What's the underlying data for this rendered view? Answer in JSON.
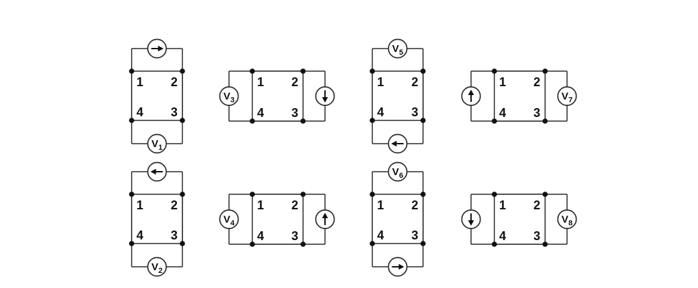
{
  "page": {
    "background_color": "#ffffff"
  },
  "diagram": {
    "styles": {
      "wire_color": "#2b2b2b",
      "text_color": "#111111",
      "dot_color": "#111111",
      "component_fill": "#ffffff"
    },
    "terminals": {
      "top_left": "1",
      "top_right": "2",
      "bottom_left": "4",
      "bottom_right": "3"
    },
    "circuits": [
      {
        "id": "circuit-1",
        "orientation": "vertical",
        "row": 0,
        "col": 0,
        "sides": {
          "top": {
            "type": "current-source",
            "arrow": "right"
          },
          "bottom": {
            "type": "voltmeter",
            "label": "V",
            "subscript": "1"
          }
        }
      },
      {
        "id": "circuit-2",
        "orientation": "horizontal",
        "row": 0,
        "col": 1,
        "sides": {
          "left": {
            "type": "voltmeter",
            "label": "V",
            "subscript": "3"
          },
          "right": {
            "type": "current-source",
            "arrow": "down"
          }
        }
      },
      {
        "id": "circuit-3",
        "orientation": "vertical",
        "row": 0,
        "col": 2,
        "sides": {
          "top": {
            "type": "voltmeter",
            "label": "V",
            "subscript": "5"
          },
          "bottom": {
            "type": "current-source",
            "arrow": "left"
          }
        }
      },
      {
        "id": "circuit-4",
        "orientation": "horizontal",
        "row": 0,
        "col": 3,
        "sides": {
          "left": {
            "type": "current-source",
            "arrow": "up"
          },
          "right": {
            "type": "voltmeter",
            "label": "V",
            "subscript": "7"
          }
        }
      },
      {
        "id": "circuit-5",
        "orientation": "vertical",
        "row": 1,
        "col": 0,
        "sides": {
          "top": {
            "type": "current-source",
            "arrow": "left"
          },
          "bottom": {
            "type": "voltmeter",
            "label": "V",
            "subscript": "2"
          }
        }
      },
      {
        "id": "circuit-6",
        "orientation": "horizontal",
        "row": 1,
        "col": 1,
        "sides": {
          "left": {
            "type": "voltmeter",
            "label": "V",
            "subscript": "4"
          },
          "right": {
            "type": "current-source",
            "arrow": "up"
          }
        }
      },
      {
        "id": "circuit-7",
        "orientation": "vertical",
        "row": 1,
        "col": 2,
        "sides": {
          "top": {
            "type": "voltmeter",
            "label": "V",
            "subscript": "6"
          },
          "bottom": {
            "type": "current-source",
            "arrow": "right"
          }
        }
      },
      {
        "id": "circuit-8",
        "orientation": "horizontal",
        "row": 1,
        "col": 3,
        "sides": {
          "left": {
            "type": "current-source",
            "arrow": "down"
          },
          "right": {
            "type": "voltmeter",
            "label": "V",
            "subscript": "8"
          }
        }
      }
    ]
  }
}
